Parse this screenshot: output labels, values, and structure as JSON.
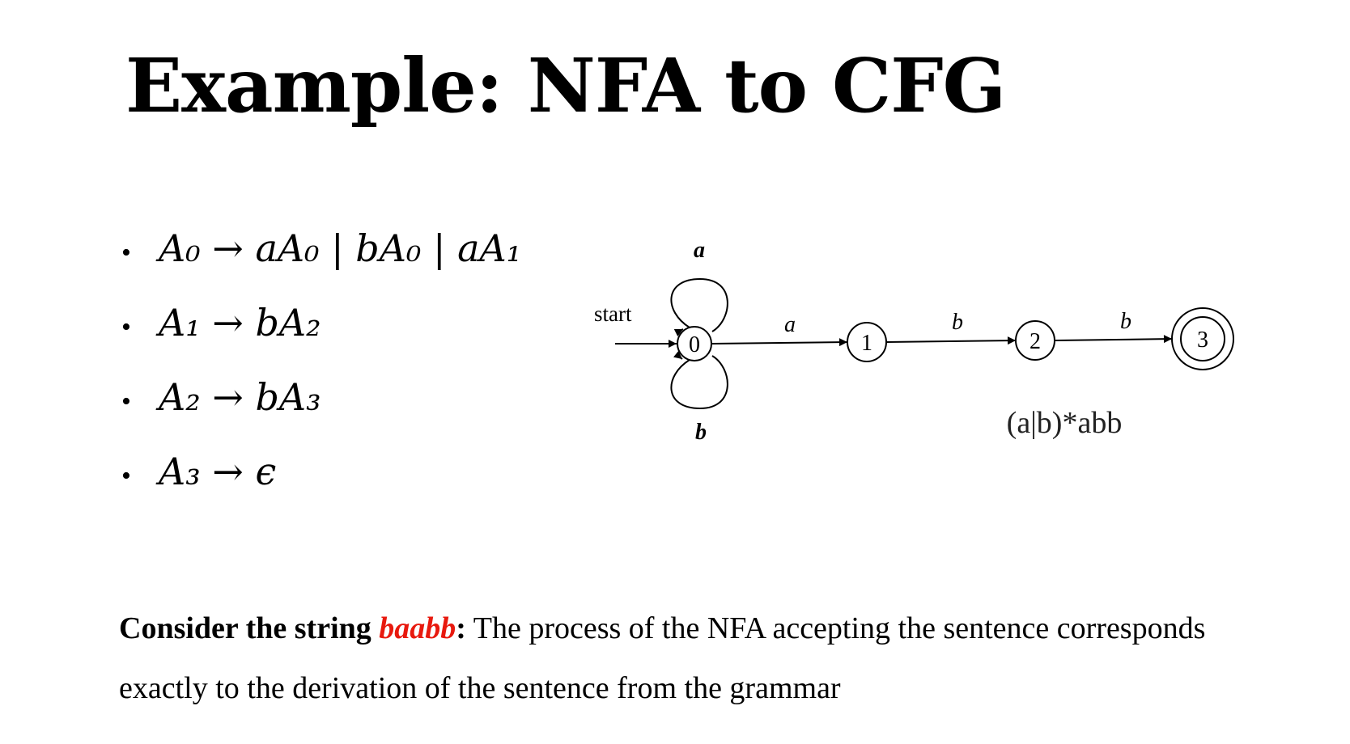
{
  "title": "Example: NFA to CFG",
  "rules": [
    {
      "bullet": "•",
      "text": "A₀ → aA₀ | bA₀ | aA₁"
    },
    {
      "bullet": "•",
      "text": "A₁ → bA₂"
    },
    {
      "bullet": "•",
      "text": "A₂ → bA₃"
    },
    {
      "bullet": "•",
      "text": "A₃ → ϵ"
    }
  ],
  "diagram": {
    "start_label": "start",
    "states": [
      "0",
      "1",
      "2",
      "3"
    ],
    "loop_top_label": "a",
    "loop_bottom_label": "b",
    "edge_labels": [
      "a",
      "b",
      "b"
    ],
    "regex": "(a|b)*abb"
  },
  "paragraph": {
    "lead": "Consider the string ",
    "string": "baabb",
    "colon": ":",
    "rest": " The process of the NFA accepting the sentence corresponds exactly to the derivation of the sentence from the grammar"
  },
  "colors": {
    "highlight": "#e8190e"
  }
}
